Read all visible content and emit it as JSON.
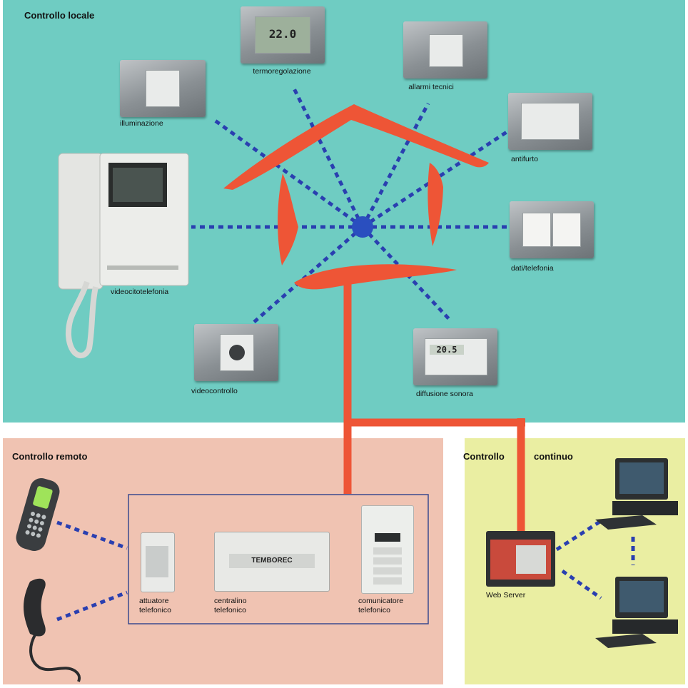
{
  "sections": {
    "local": "Controllo locale",
    "remote": "Controllo remoto",
    "continuous_1": "Controllo",
    "continuous_2": "continuo"
  },
  "devices": {
    "illuminazione": "illuminazione",
    "termoregolazione": "termoregolazione",
    "termo_display": "22.0",
    "allarmi_tecnici": "allarmi tecnici",
    "antifurto": "antifurto",
    "videocitofonia": "videocitotelefonia",
    "dati_telefonia": "dati/telefonia",
    "videocontrollo": "videocontrollo",
    "diffusione_sonora": "diffusione sonora",
    "radio_display": "20.5"
  },
  "remote": {
    "attuatore": [
      "attuatore",
      "telefonico"
    ],
    "centralino": [
      "centralino",
      "telefonico"
    ],
    "centralino_brand": "TEMBOREC",
    "comunicatore": [
      "comunicatore",
      "telefonico"
    ]
  },
  "continuous": {
    "web_server": "Web Server"
  },
  "colors": {
    "local_bg": "#6fccc2",
    "remote_bg": "#f0c3b2",
    "continuous_bg": "#eaeea2",
    "house_red": "#ee5536",
    "link_blue": "#2a3fb0"
  }
}
